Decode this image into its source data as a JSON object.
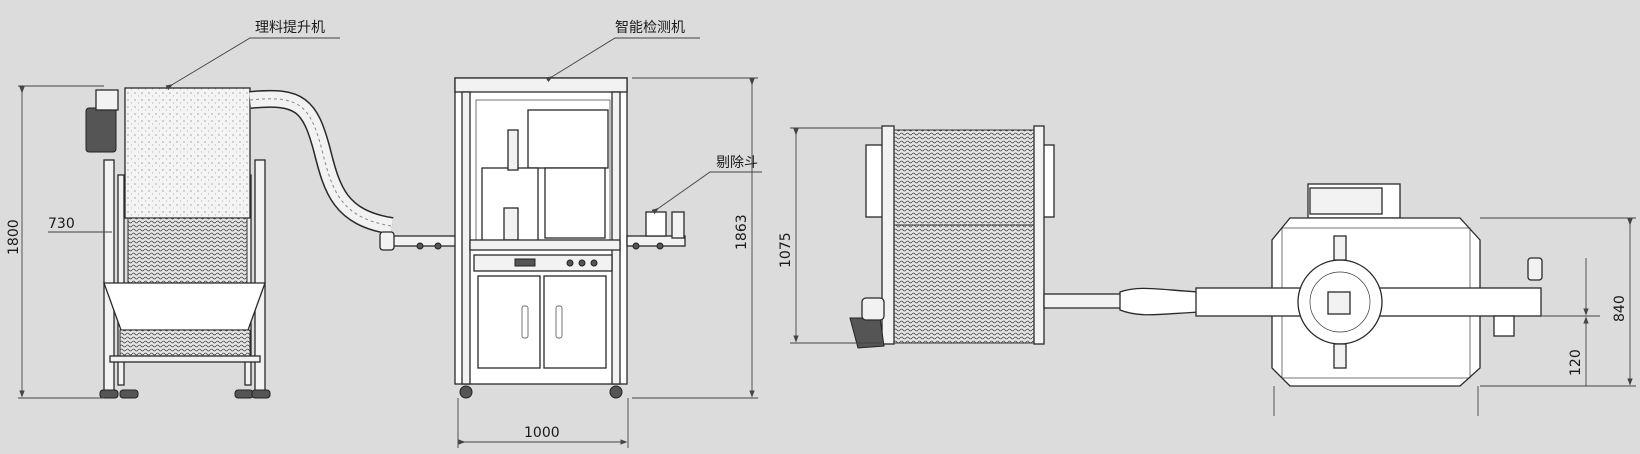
{
  "labels": {
    "hopper_elevator": "理料提升机",
    "inspection_machine": "智能检测机",
    "reject_bin": "剔除斗"
  },
  "dimensions": {
    "height_total": "1800",
    "hopper_height": "730",
    "frame_height": "1863",
    "frame_width": "1000",
    "top_view_height": "1075",
    "top_view_width": "840",
    "conveyor_offset": "120"
  }
}
